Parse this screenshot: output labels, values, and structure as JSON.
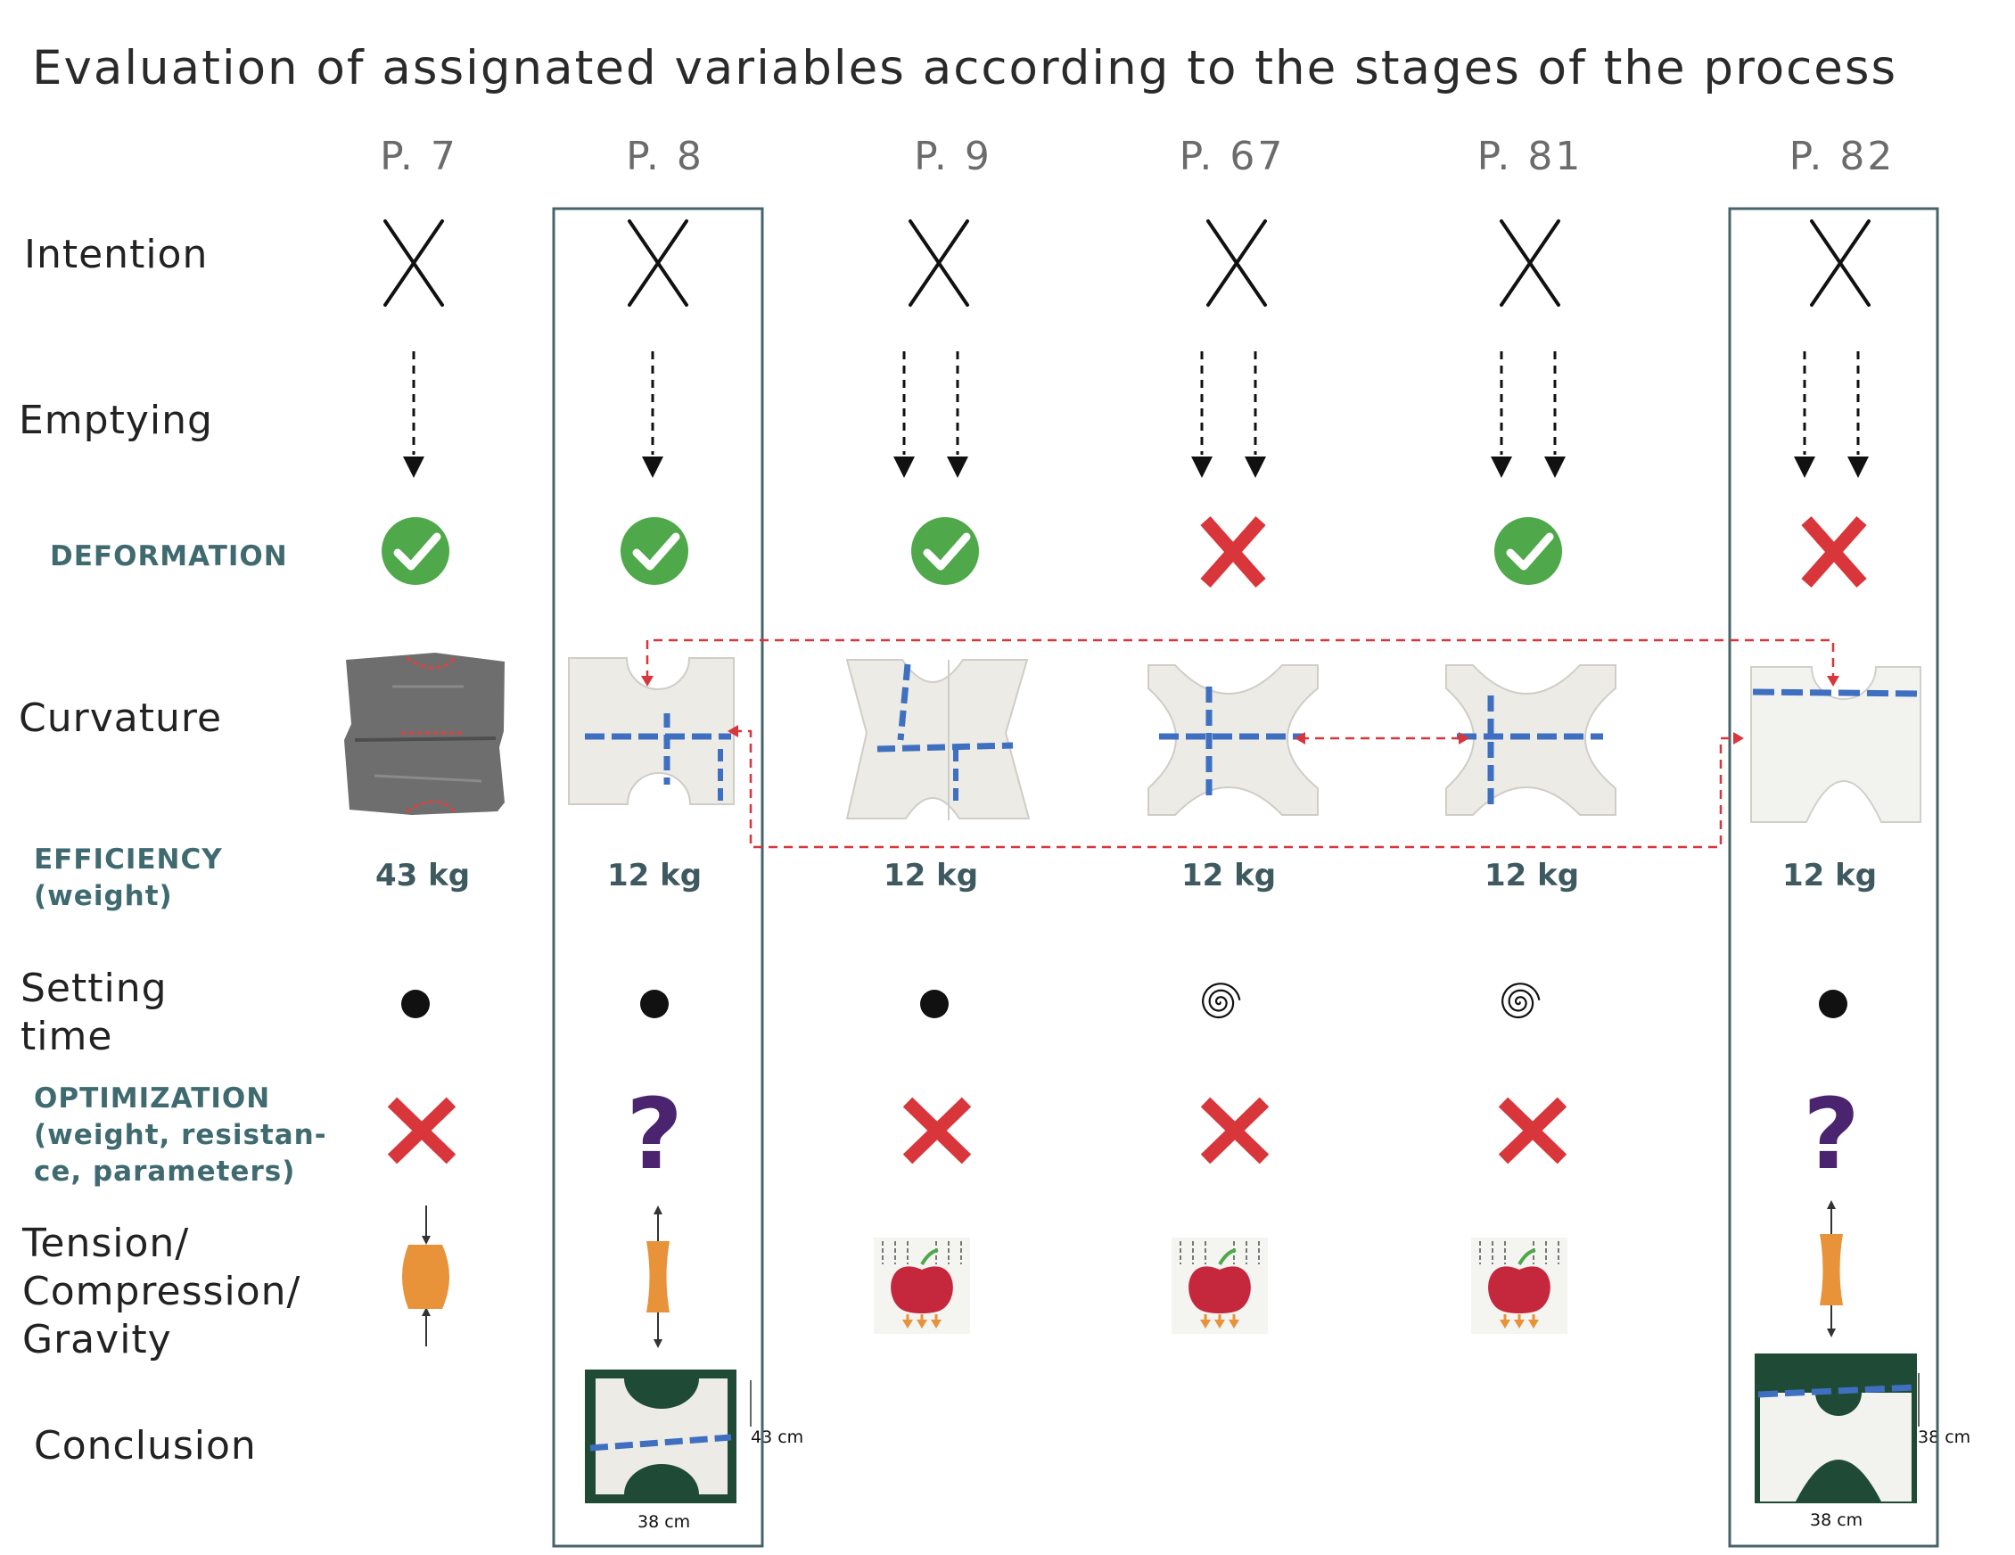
{
  "title": "Evaluation of assignated variables according to the stages of the process",
  "columns": [
    {
      "id": "P. 7",
      "weight": "43 kg",
      "deformation": "check",
      "arrows": 1,
      "setting": "dot",
      "optimization": "cross",
      "force": "compression-icon",
      "photo": "grey-clay-model"
    },
    {
      "id": "P. 8",
      "weight": "12 kg",
      "deformation": "check",
      "arrows": 1,
      "setting": "dot",
      "optimization": "question",
      "force": "tension-icon",
      "photo": "paper-model"
    },
    {
      "id": "P. 9",
      "weight": "12 kg",
      "deformation": "check",
      "arrows": 2,
      "setting": "dot",
      "optimization": "cross",
      "force": "gravity-icon",
      "photo": "paper-model"
    },
    {
      "id": "P. 67",
      "weight": "12 kg",
      "deformation": "cross",
      "arrows": 2,
      "setting": "spiral",
      "optimization": "cross",
      "force": "gravity-icon",
      "photo": "paper-model"
    },
    {
      "id": "P. 81",
      "weight": "12 kg",
      "deformation": "check",
      "arrows": 2,
      "setting": "spiral",
      "optimization": "cross",
      "force": "gravity-icon",
      "photo": "paper-model"
    },
    {
      "id": "P. 82",
      "weight": "12 kg",
      "deformation": "cross",
      "arrows": 2,
      "setting": "dot",
      "optimization": "question",
      "force": "tension-icon",
      "photo": "paper-model"
    }
  ],
  "rows": {
    "intention": "Intention",
    "emptying": "Emptying",
    "deformation": "DEFORMATION",
    "curvature": "Curvature",
    "efficiency": "EFFICIENCY\n(weight)",
    "setting_time": "Setting\ntime",
    "optimization": "OPTIMIZATION\n(weight, resistan-\nce, parameters)",
    "force": "Tension/\nCompression/\nGravity",
    "conclusion": "Conclusion"
  },
  "conclusions": {
    "p8": {
      "height": "43 cm",
      "width": "38 cm"
    },
    "p82": {
      "height": "38 cm",
      "width": "38 cm"
    }
  },
  "colors": {
    "check_green": "#4fa84a",
    "cross_red": "#d8363a",
    "question_purple": "#4b2470",
    "highlight_border": "#46646a",
    "relation_line": "#d8363a",
    "force_orange": "#e8923a",
    "apple_red": "#c5283d",
    "label_teal": "#3f6b70"
  }
}
